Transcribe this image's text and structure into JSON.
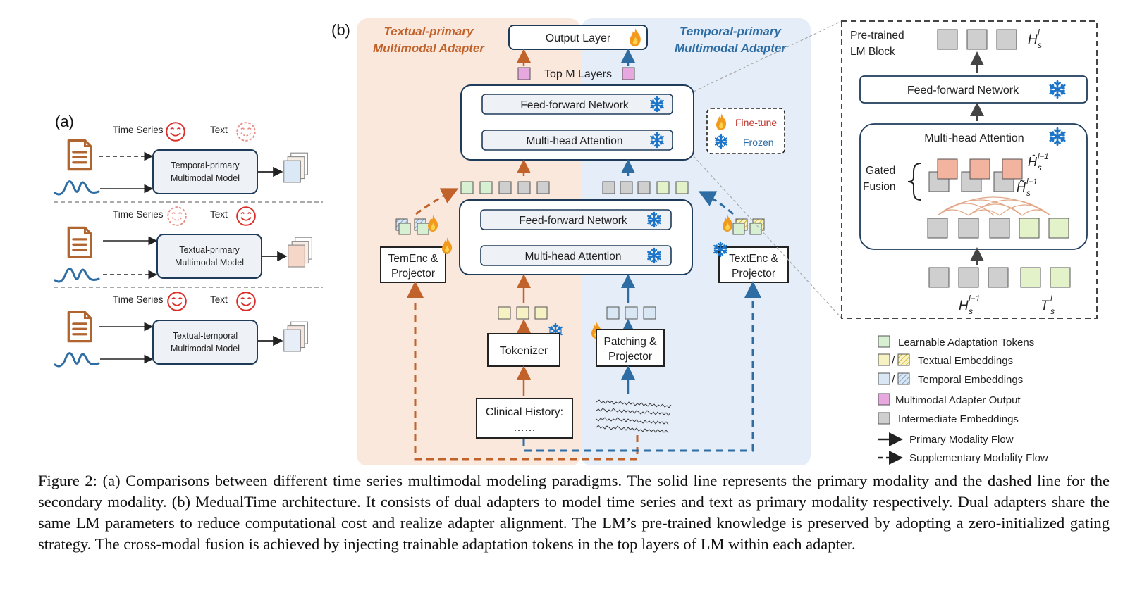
{
  "panel_a": {
    "label": "(a)",
    "time_series_label": "Time Series",
    "text_label": "Text",
    "models": [
      {
        "line1": "Temporal-primary",
        "line2": "Multimodal Model"
      },
      {
        "line1": "Textual-primary",
        "line2": "Multimodal Model"
      },
      {
        "line1": "Textual-temporal",
        "line2": "Multimodal Model"
      }
    ]
  },
  "panel_b": {
    "label": "(b)",
    "left_title_1": "Textual-primary",
    "left_title_2": "Multimodal Adapter",
    "right_title_1": "Temporal-primary",
    "right_title_2": "Multimodal Adapter",
    "output_layer": "Output Layer",
    "top_layers": "Top M Layers",
    "ffn": "Feed-forward Network",
    "mha": "Multi-head Attention",
    "temenc_1": "TemEnc &",
    "temenc_2": "Projector",
    "textenc_1": "TextEnc &",
    "textenc_2": "Projector",
    "tokenizer": "Tokenizer",
    "patching_1": "Patching &",
    "patching_2": "Projector",
    "clinical_1": "Clinical History:",
    "clinical_2": "……",
    "finetune": "Fine-tune",
    "frozen": "Frozen"
  },
  "block": {
    "title_1": "Pre-trained",
    "title_2": "LM Block",
    "ffn": "Feed-forward Network",
    "mha": "Multi-head Attention",
    "gated_1": "Gated",
    "gated_2": "Fusion",
    "hs_l": "H",
    "hhat": "Ĥ",
    "htilde": "H̃",
    "hs_prev": "H",
    "ts": "T",
    "sup_l": "l",
    "sup_lm1": "l−1",
    "sub_s": "s"
  },
  "legend": [
    {
      "label": "Learnable Adaptation Tokens"
    },
    {
      "label": "Textual Embeddings"
    },
    {
      "label": "Temporal Embeddings"
    },
    {
      "label": "Multimodal Adapter Output"
    },
    {
      "label": "Intermediate Embeddings"
    },
    {
      "label": "Primary Modality Flow"
    },
    {
      "label": "Supplementary Modality Flow"
    }
  ],
  "colors": {
    "orange": "#c0622a",
    "blue": "#2e6da4",
    "navy": "#1f3b5a",
    "left_bg": "#fbe8dd",
    "right_bg": "#e5eef8",
    "green_token": "#d8f0d2",
    "yellow_token": "#f6f2c4",
    "blue_token": "#d9e6f3",
    "pink_token": "#e7a8e0",
    "gray_token": "#cfcfcf",
    "salmon_token": "#f2b49e",
    "red_face": "#d9302c"
  },
  "caption": "Figure 2: (a) Comparisons between different time series multimodal modeling paradigms. The solid line represents the primary modality and the dashed line for the secondary modality. (b) MedualTime architecture. It consists of dual adapters to model time series and text as primary modality respectively. Dual adapters share the same LM parameters to reduce computational cost and realize adapter alignment. The LM’s pre-trained knowledge is preserved by adopting a zero-initialized gating strategy. The cross-modal fusion is achieved by injecting trainable adaptation tokens in the top layers of LM within each adapter."
}
